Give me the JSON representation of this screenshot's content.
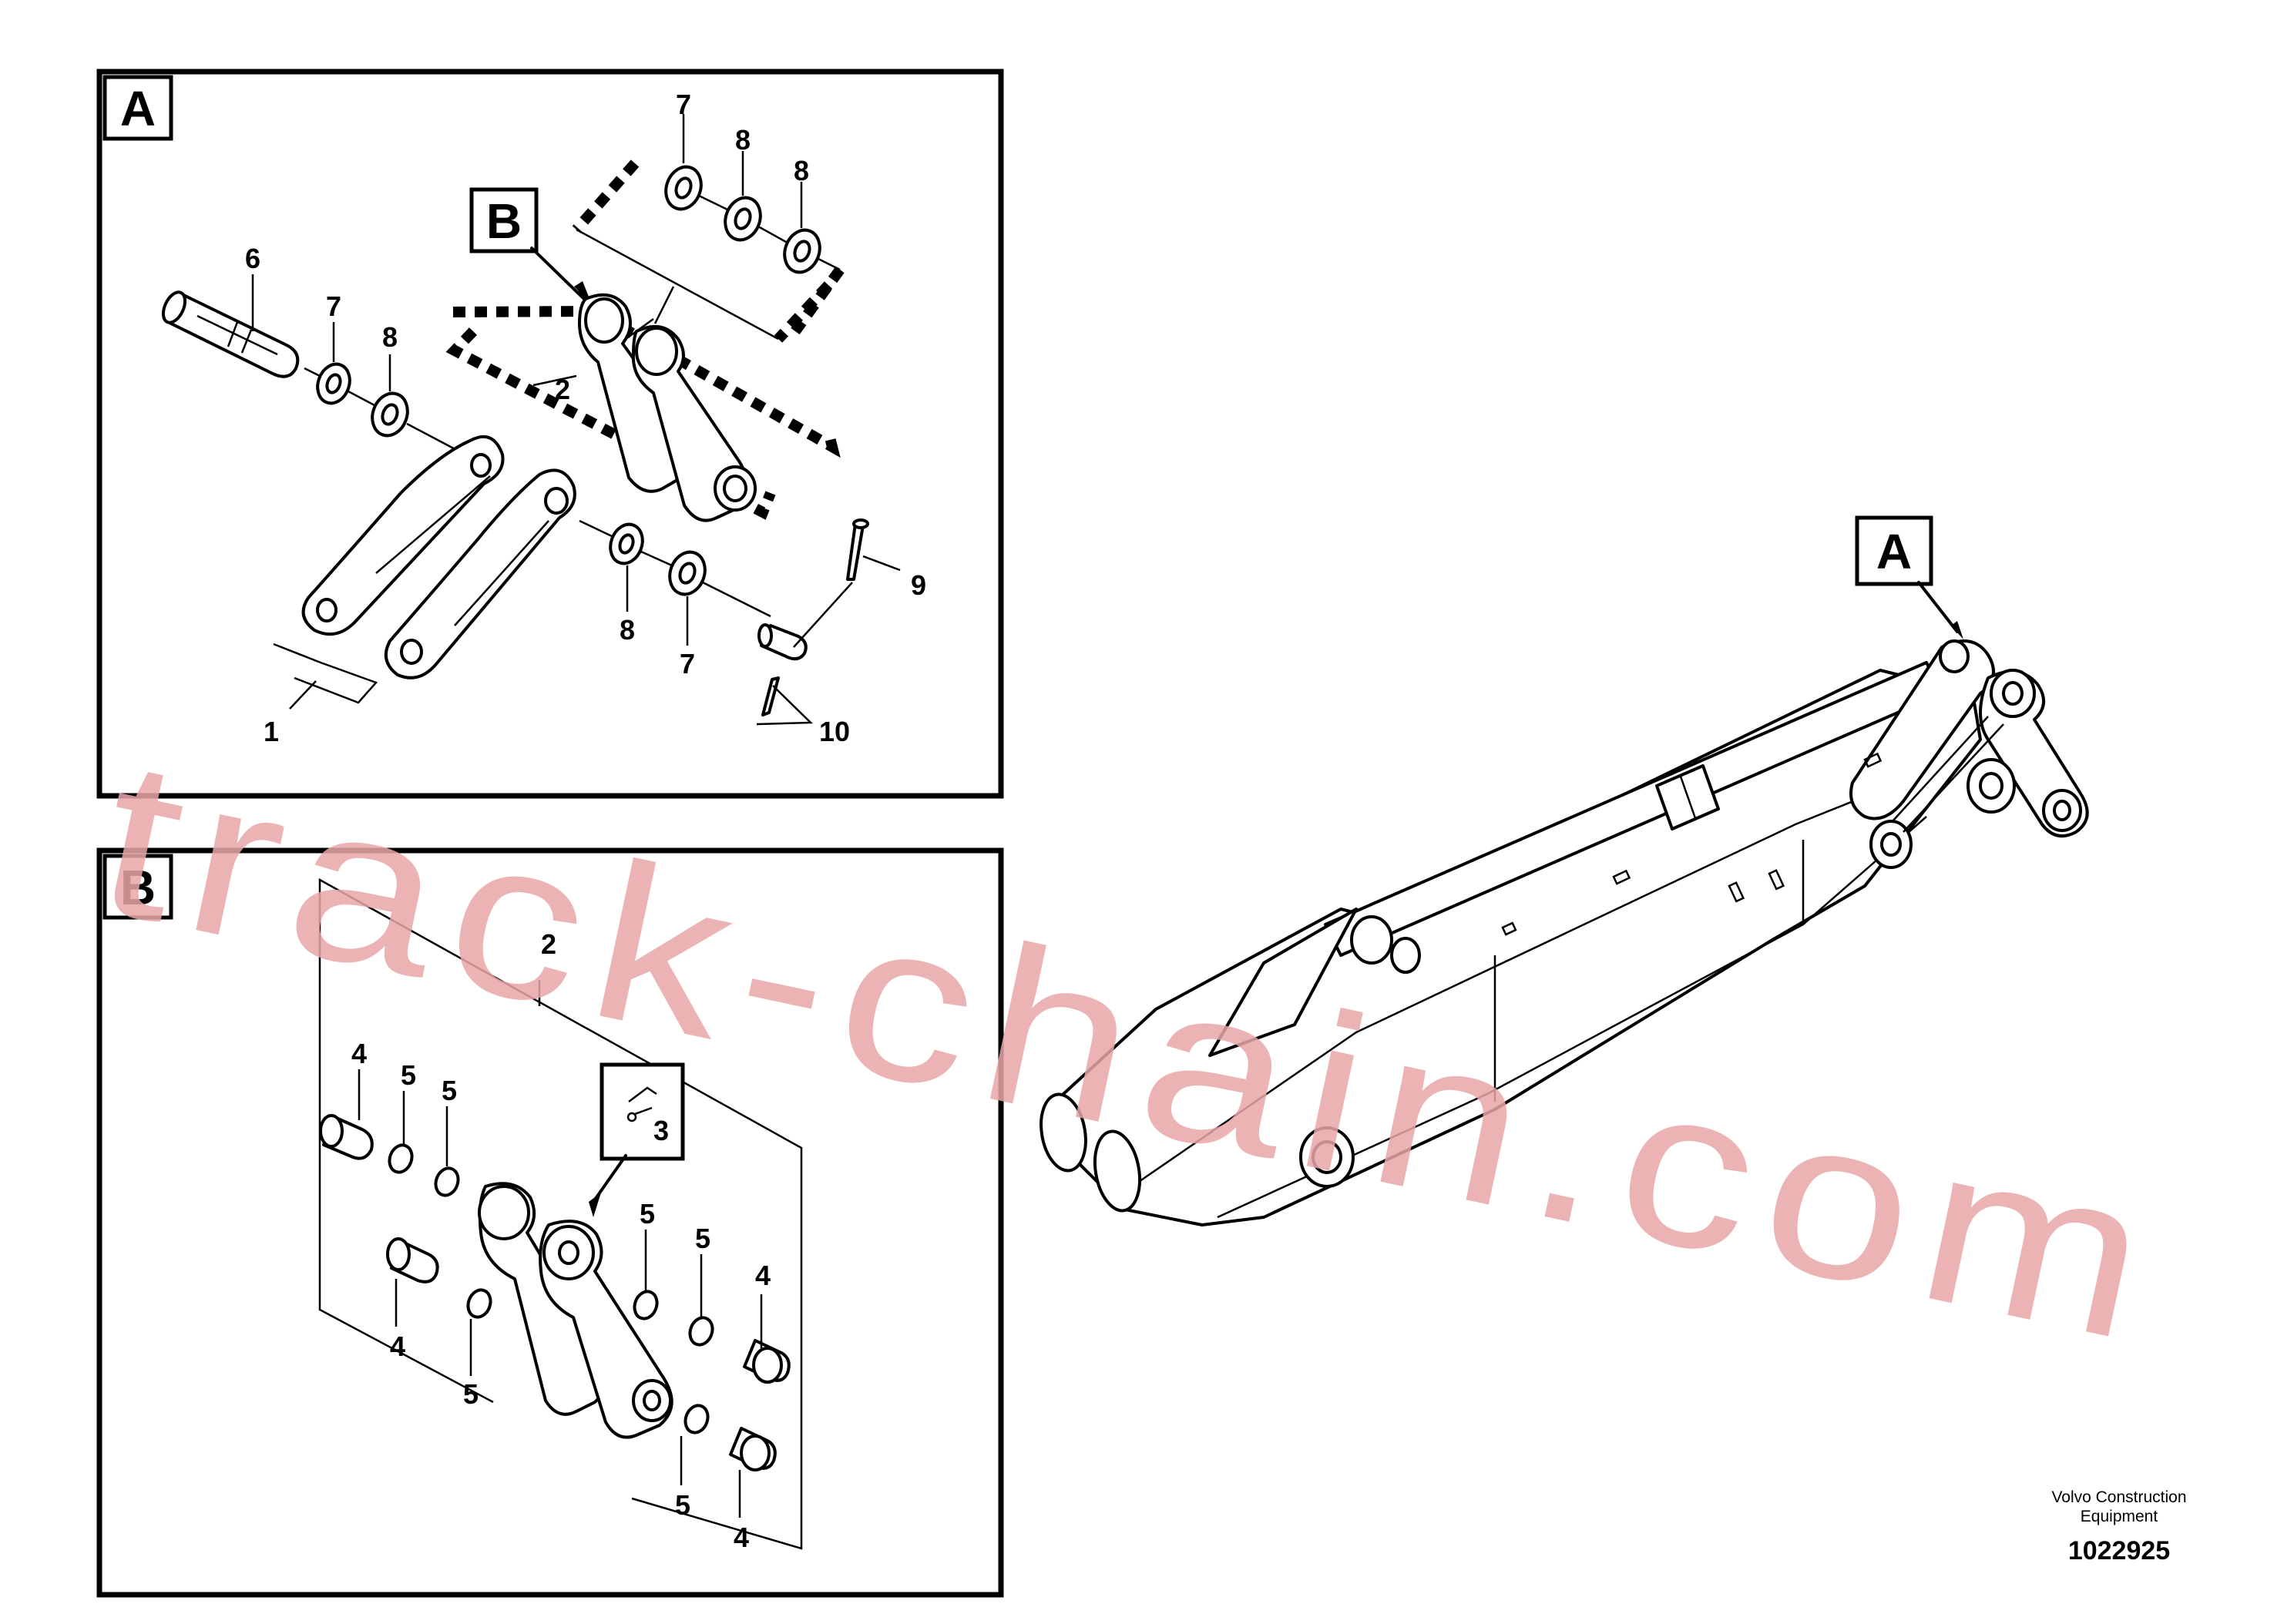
{
  "panels": {
    "a": {
      "tag": "A",
      "callouts": [
        "7",
        "8",
        "8",
        "6",
        "7",
        "8",
        "2",
        "9",
        "8",
        "7",
        "1",
        "10"
      ],
      "sub_tag": "B"
    },
    "b": {
      "tag": "B",
      "callouts": [
        "2",
        "4",
        "5",
        "5",
        "3",
        "5",
        "5",
        "4",
        "4",
        "5",
        "5",
        "4"
      ]
    }
  },
  "overview": {
    "tag": "A"
  },
  "footer": {
    "company_line1": "Volvo Construction",
    "company_line2": "Equipment",
    "drawing_number": "1022925"
  },
  "watermark": {
    "text": "track-chain.com",
    "color": "#e8a6a6"
  }
}
